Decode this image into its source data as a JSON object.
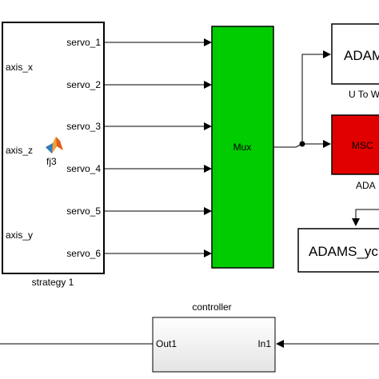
{
  "strategy_block": {
    "name": "strategy 1",
    "inputs": [
      "axis_x",
      "axis_z",
      "axis_y"
    ],
    "outputs": [
      "servo_1",
      "servo_2",
      "servo_3",
      "servo_4",
      "servo_5",
      "servo_6"
    ],
    "function_label": "fj3",
    "icon": "matlab-icon"
  },
  "mux_block": {
    "label": "Mux",
    "color": "#00cc00"
  },
  "adams_top": {
    "label": "ADAMS",
    "caption": "U To W"
  },
  "msc_block": {
    "label": "MSC",
    "caption": "ADA",
    "color": "#e00000"
  },
  "adams_y": {
    "label": "ADAMS_yc"
  },
  "controller": {
    "title": "controller",
    "out_port": "Out1",
    "in_port": "In1"
  },
  "colors": {
    "line": "#000000",
    "block_border": "#000000",
    "block_fill": "#ffffff"
  }
}
